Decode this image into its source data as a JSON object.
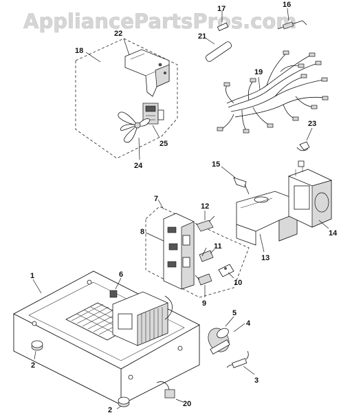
{
  "watermark": "AppliancePartsPros.com",
  "callouts": [
    {
      "id": "c1",
      "label": "1"
    },
    {
      "id": "c2a",
      "label": "2"
    },
    {
      "id": "c2b",
      "label": "2"
    },
    {
      "id": "c3",
      "label": "3"
    },
    {
      "id": "c4",
      "label": "4"
    },
    {
      "id": "c5",
      "label": "5"
    },
    {
      "id": "c6",
      "label": "6"
    },
    {
      "id": "c7",
      "label": "7"
    },
    {
      "id": "c8",
      "label": "8"
    },
    {
      "id": "c9",
      "label": "9"
    },
    {
      "id": "c10",
      "label": "10"
    },
    {
      "id": "c11",
      "label": "11"
    },
    {
      "id": "c12",
      "label": "12"
    },
    {
      "id": "c13",
      "label": "13"
    },
    {
      "id": "c14",
      "label": "14"
    },
    {
      "id": "c15",
      "label": "15"
    },
    {
      "id": "c16",
      "label": "16"
    },
    {
      "id": "c17",
      "label": "17"
    },
    {
      "id": "c18",
      "label": "18"
    },
    {
      "id": "c19",
      "label": "19"
    },
    {
      "id": "c20",
      "label": "20"
    },
    {
      "id": "c21",
      "label": "21"
    },
    {
      "id": "c22",
      "label": "22"
    },
    {
      "id": "c23",
      "label": "23"
    },
    {
      "id": "c24",
      "label": "24"
    },
    {
      "id": "c25",
      "label": "25"
    }
  ]
}
